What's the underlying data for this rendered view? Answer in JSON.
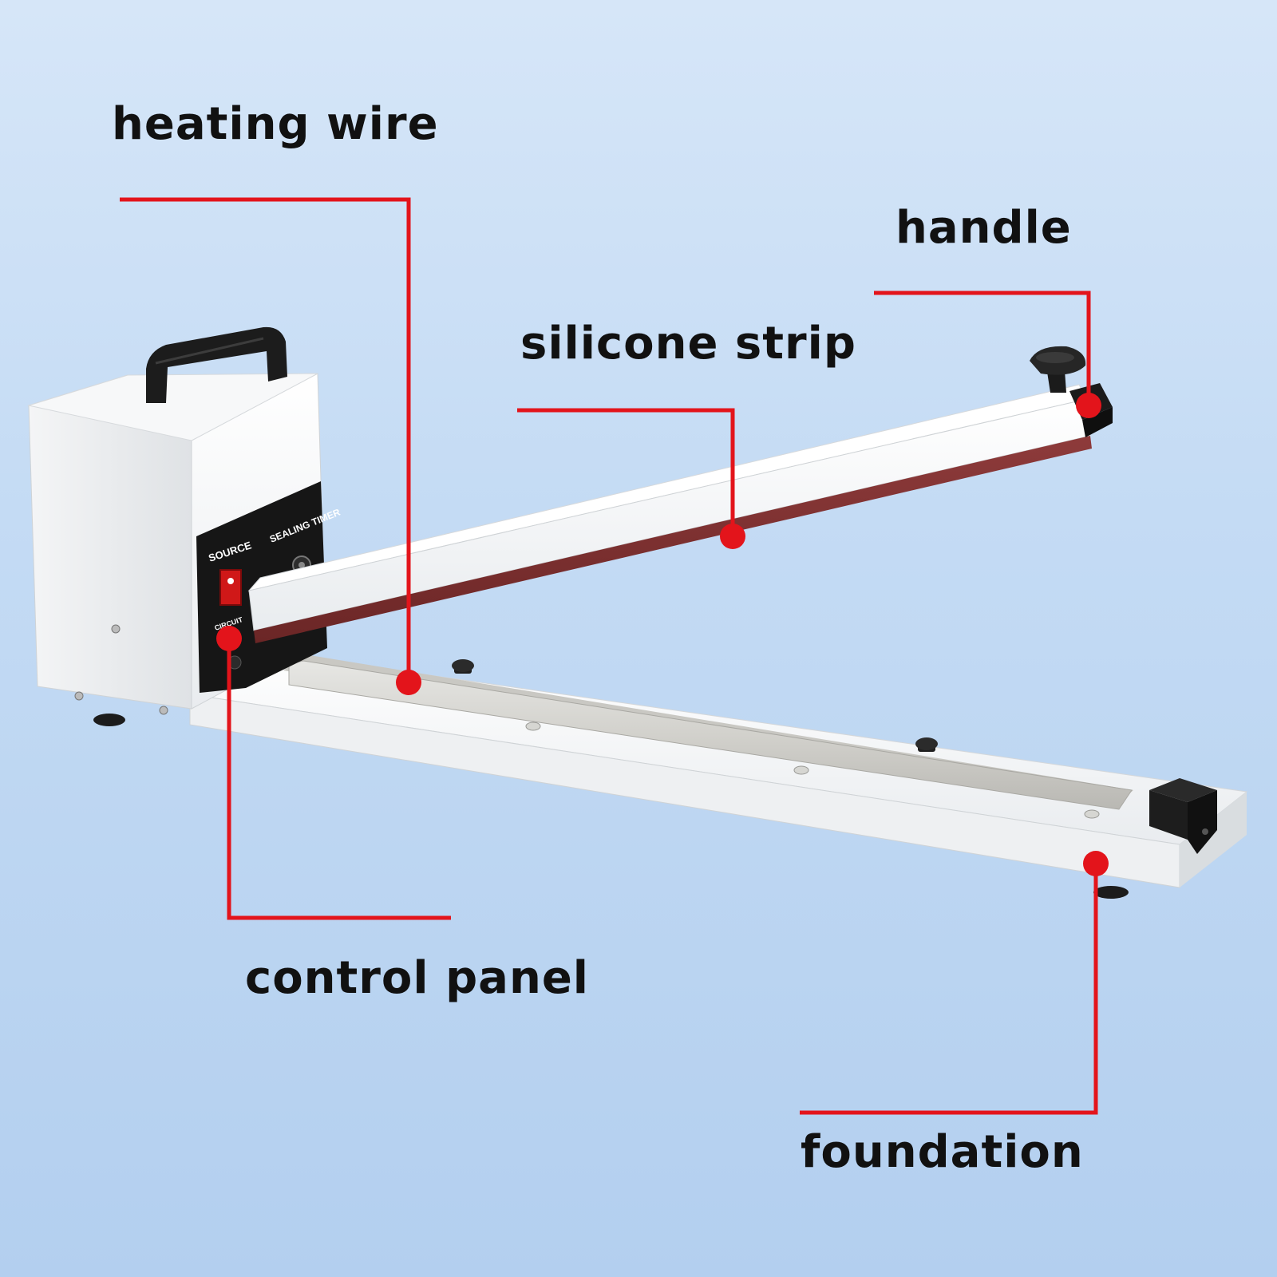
{
  "callouts": {
    "heating_wire": "heating wire",
    "handle": "handle",
    "silicone_strip": "silicone strip",
    "control_panel": "control panel",
    "foundation": "foundation"
  },
  "panel": {
    "source": "SOURCE",
    "sealing_timer": "SEALING TIMER",
    "circuit": "CIRCUIT"
  },
  "colors": {
    "leader": "#e3141b",
    "background": "#c4dbf4",
    "label_text": "#111111"
  }
}
